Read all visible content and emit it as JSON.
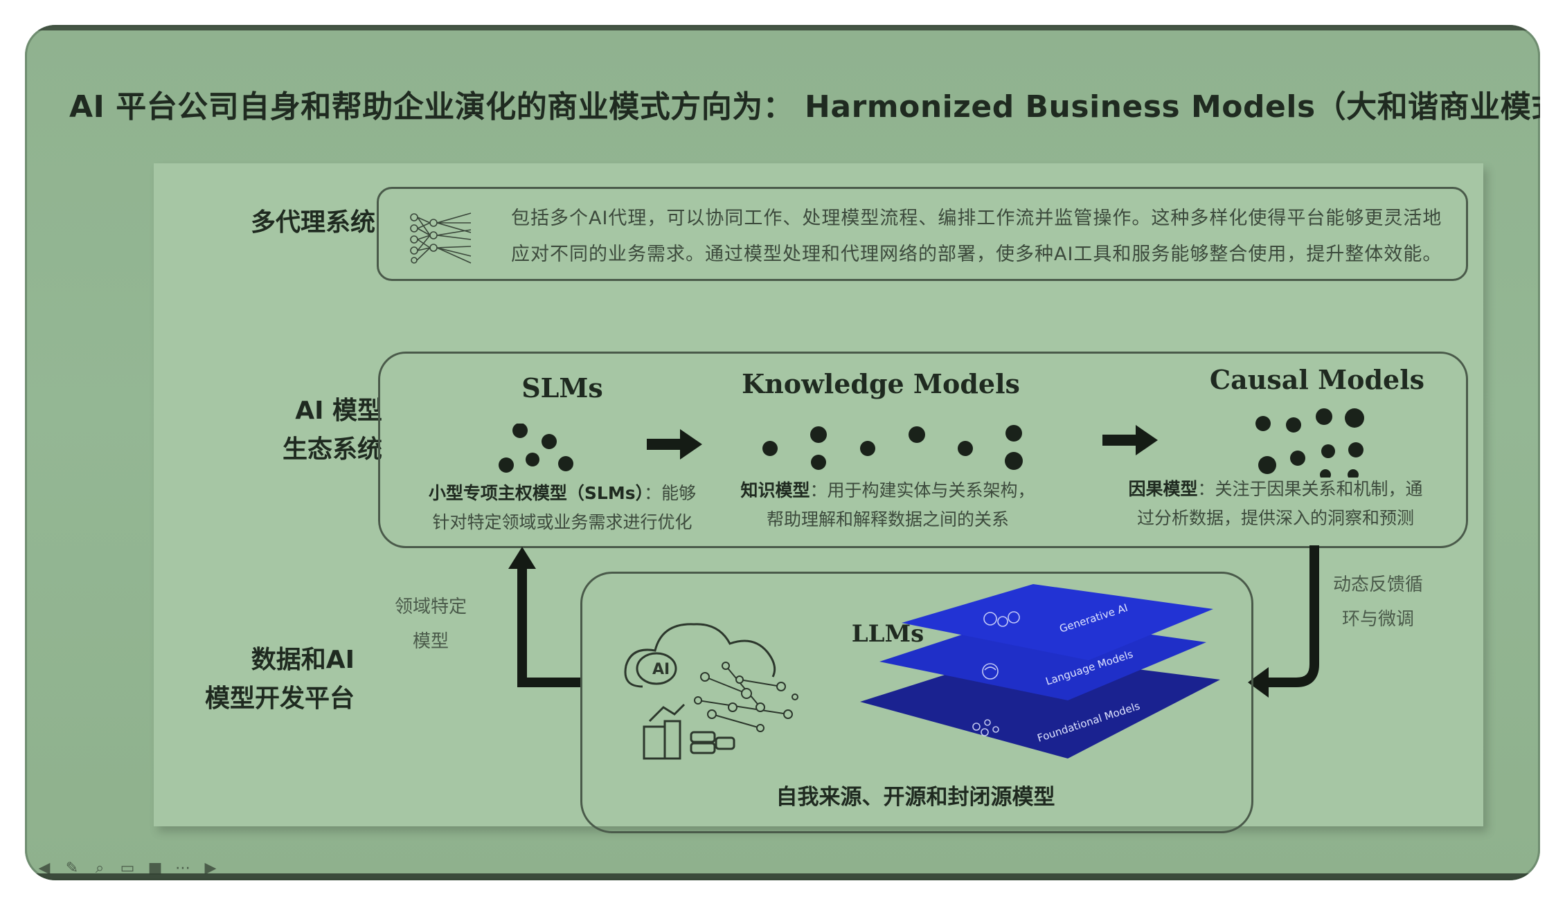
{
  "title": "AI 平台公司自身和帮助企业演化的商业模式方向为：  Harmonized Business Models（大和谐商业模式）",
  "rows": {
    "multi_agent": {
      "label": "多代理系统",
      "desc_line1": "包括多个AI代理，可以协同工作、处理模型流程、编排工作流并监管操作。这种多样化使得平台能够更灵活地",
      "desc_line2": "应对不同的业务需求。通过模型处理和代理网络的部署，使多种AI工具和服务能够整合使用，提升整体效能。",
      "icon": "neural-network-icon"
    },
    "ecosystem": {
      "label_line1": "AI 模型",
      "label_line2": "生态系统"
    },
    "platform": {
      "label_line1": "数据和AI",
      "label_line2": "模型开发平台"
    }
  },
  "models": [
    {
      "title": "SLMs",
      "bold": "小型专项主权模型（SLMs）",
      "line1_rest": "：能够",
      "line2": "针对特定领域或业务需求进行优化"
    },
    {
      "title": "Knowledge Models",
      "bold": "知识模型",
      "line1_rest": "：用于构建实体与关系架构，",
      "line2": "帮助理解和解释数据之间的关系"
    },
    {
      "title": "Causal Models",
      "bold": "因果模型",
      "line1_rest": "：关注于因果关系和机制，通",
      "line2": "过分析数据，提供深入的洞察和预测"
    }
  ],
  "side_labels": {
    "left_line1": "领域特定",
    "left_line2": "模型",
    "right_line1": "动态反馈循",
    "right_line2": "环与微调"
  },
  "llm": {
    "label": "LLMs",
    "layers": [
      "Generative AI",
      "Language Models",
      "Foundational Models"
    ],
    "cloud_text": "AI",
    "caption": "自我来源、开源和封闭源模型"
  },
  "colors": {
    "screen_bg": "#94b794",
    "slide_bg": "#a6c6a4",
    "layer_blue": "#1f2fc8",
    "layer_dark": "#1a2290",
    "text_dark": "#1f2a20"
  },
  "toolbar_icons": [
    "back-icon",
    "pen-icon",
    "zoom-icon",
    "subtitle-icon",
    "camera-icon",
    "more-icon",
    "forward-icon"
  ]
}
